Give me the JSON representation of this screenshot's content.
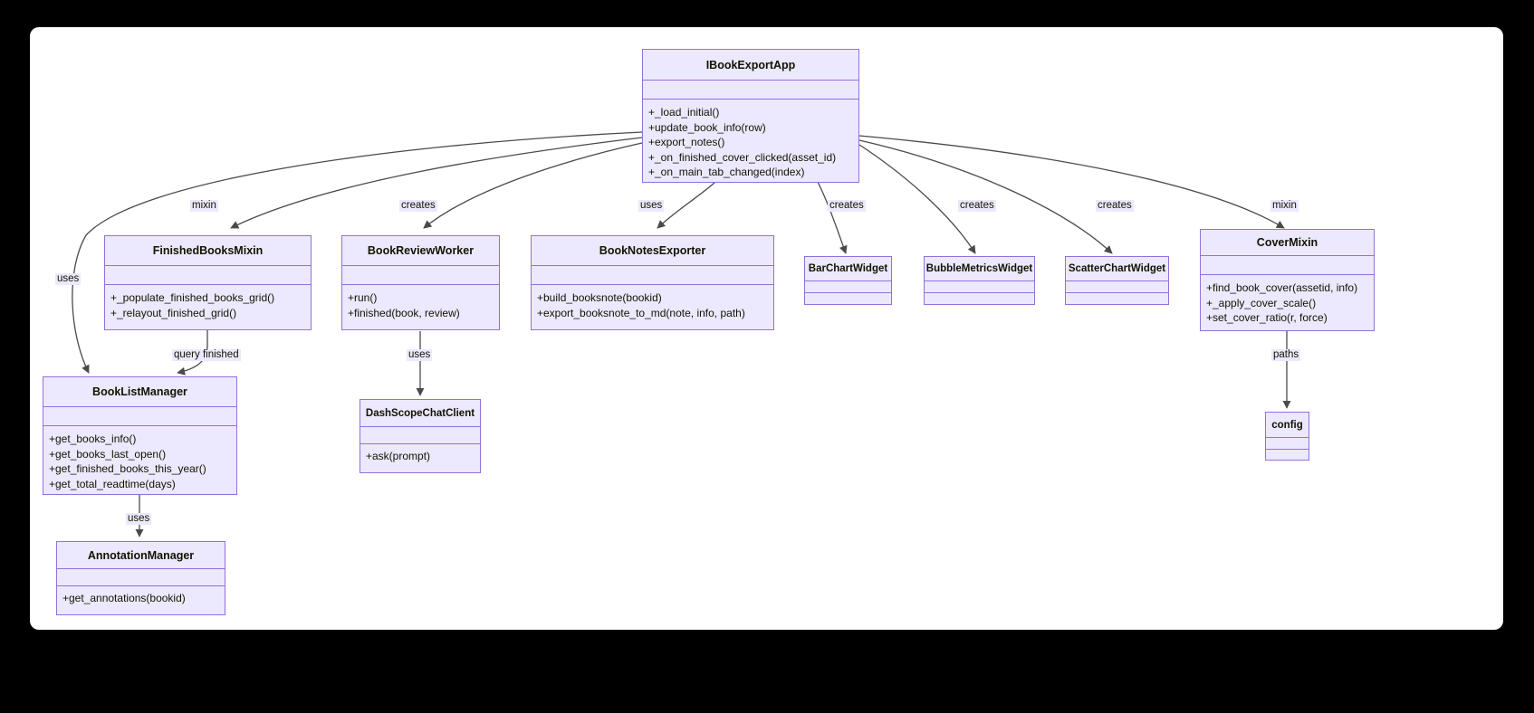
{
  "diagram": {
    "type": "uml-class-diagram",
    "background": "#000000",
    "canvas_color": "#ffffff",
    "node_fill": "#ECE8FD",
    "node_border": "#9370DB",
    "edge_color": "#4a4a4a",
    "classes": [
      {
        "id": "IBookExportApp",
        "name": "IBookExportApp",
        "attributes": [],
        "methods": [
          "+_load_initial()",
          "+update_book_info(row)",
          "+export_notes()",
          "+_on_finished_cover_clicked(asset_id)",
          "+_on_main_tab_changed(index)"
        ]
      },
      {
        "id": "FinishedBooksMixin",
        "name": "FinishedBooksMixin",
        "attributes": [],
        "methods": [
          "+_populate_finished_books_grid()",
          "+_relayout_finished_grid()"
        ]
      },
      {
        "id": "BookReviewWorker",
        "name": "BookReviewWorker",
        "attributes": [],
        "methods": [
          "+run()",
          "+finished(book, review)"
        ]
      },
      {
        "id": "BookNotesExporter",
        "name": "BookNotesExporter",
        "attributes": [],
        "methods": [
          "+build_booksnote(bookid)",
          "+export_booksnote_to_md(note, info, path)"
        ]
      },
      {
        "id": "BarChartWidget",
        "name": "BarChartWidget",
        "attributes": [],
        "methods": []
      },
      {
        "id": "BubbleMetricsWidget",
        "name": "BubbleMetricsWidget",
        "attributes": [],
        "methods": []
      },
      {
        "id": "ScatterChartWidget",
        "name": "ScatterChartWidget",
        "attributes": [],
        "methods": []
      },
      {
        "id": "CoverMixin",
        "name": "CoverMixin",
        "attributes": [],
        "methods": [
          "+find_book_cover(assetid, info)",
          "+_apply_cover_scale()",
          "+set_cover_ratio(r, force)"
        ]
      },
      {
        "id": "BookListManager",
        "name": "BookListManager",
        "attributes": [],
        "methods": [
          "+get_books_info()",
          "+get_books_last_open()",
          "+get_finished_books_this_year()",
          "+get_total_readtime(days)"
        ]
      },
      {
        "id": "DashScopeChatClient",
        "name": "DashScopeChatClient",
        "attributes": [],
        "methods": [
          "+ask(prompt)"
        ]
      },
      {
        "id": "config",
        "name": "config",
        "attributes": [],
        "methods": []
      },
      {
        "id": "AnnotationManager",
        "name": "AnnotationManager",
        "attributes": [],
        "methods": [
          "+get_annotations(bookid)"
        ]
      }
    ],
    "edges": [
      {
        "from": "IBookExportApp",
        "to": "FinishedBooksMixin",
        "label": "mixin"
      },
      {
        "from": "IBookExportApp",
        "to": "BookListManager",
        "label": "uses"
      },
      {
        "from": "IBookExportApp",
        "to": "BookReviewWorker",
        "label": "creates"
      },
      {
        "from": "IBookExportApp",
        "to": "BookNotesExporter",
        "label": "uses"
      },
      {
        "from": "IBookExportApp",
        "to": "BarChartWidget",
        "label": "creates"
      },
      {
        "from": "IBookExportApp",
        "to": "BubbleMetricsWidget",
        "label": "creates"
      },
      {
        "from": "IBookExportApp",
        "to": "ScatterChartWidget",
        "label": "creates"
      },
      {
        "from": "IBookExportApp",
        "to": "CoverMixin",
        "label": "mixin"
      },
      {
        "from": "FinishedBooksMixin",
        "to": "BookListManager",
        "label": "query finished"
      },
      {
        "from": "BookReviewWorker",
        "to": "DashScopeChatClient",
        "label": "uses"
      },
      {
        "from": "CoverMixin",
        "to": "config",
        "label": "paths"
      },
      {
        "from": "BookListManager",
        "to": "AnnotationManager",
        "label": "uses"
      }
    ],
    "edge_labels": {
      "mixin_left": "mixin",
      "uses_left": "uses",
      "creates_worker": "creates",
      "uses_notes": "uses",
      "creates_bar": "creates",
      "creates_bubble": "creates",
      "creates_scatter": "creates",
      "mixin_right": "mixin",
      "query_finished": "query finished",
      "uses_dashscope": "uses",
      "paths": "paths",
      "uses_annotation": "uses"
    }
  }
}
